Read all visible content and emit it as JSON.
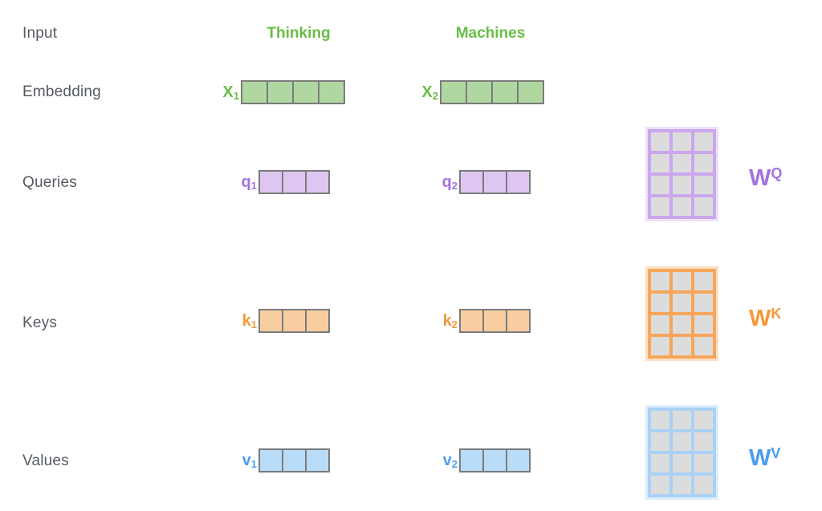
{
  "diagram": {
    "input_label": "Input",
    "row_labels": {
      "embedding": "Embedding",
      "queries": "Queries",
      "keys": "Keys",
      "values": "Values"
    },
    "tokens": [
      "Thinking",
      "Machines"
    ],
    "vectors": {
      "x1": {
        "base": "X",
        "sub": "1",
        "cells": 4
      },
      "x2": {
        "base": "X",
        "sub": "2",
        "cells": 4
      },
      "q1": {
        "base": "q",
        "sub": "1",
        "cells": 3
      },
      "q2": {
        "base": "q",
        "sub": "2",
        "cells": 3
      },
      "k1": {
        "base": "k",
        "sub": "1",
        "cells": 3
      },
      "k2": {
        "base": "k",
        "sub": "2",
        "cells": 3
      },
      "v1": {
        "base": "v",
        "sub": "1",
        "cells": 3
      },
      "v2": {
        "base": "v",
        "sub": "2",
        "cells": 3
      }
    },
    "weight_matrices": {
      "wq": {
        "base": "W",
        "sup": "Q",
        "cols": 3,
        "rows": 4
      },
      "wk": {
        "base": "W",
        "sup": "K",
        "cols": 3,
        "rows": 4
      },
      "wv": {
        "base": "W",
        "sup": "V",
        "cols": 3,
        "rows": 4
      }
    },
    "colors": {
      "label_text": "#555a61",
      "token_green": "#68bd47",
      "embedding_fill": "#afd79f",
      "query_purple": "#a273de",
      "query_fill": "#ddc7f1",
      "key_orange": "#f59838",
      "key_fill": "#f8cea1",
      "value_blue": "#4b9cf1",
      "value_fill": "#b8dcf8",
      "vector_border": "#7b7b7b",
      "matrix_cell_fill": "#dcdcdc",
      "wq_border": "#caa7ec",
      "wk_border": "#f7a55a",
      "wv_border": "#a9d1f6"
    }
  }
}
